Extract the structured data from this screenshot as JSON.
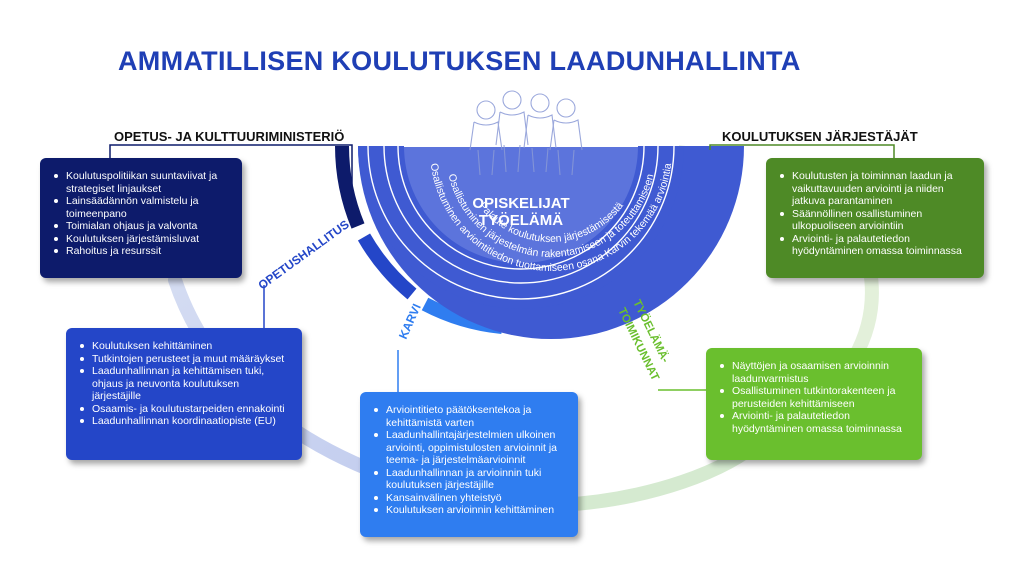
{
  "title": "AMMATILLISEN KOULUTUKSEN LAADUNHALLINTA",
  "center": {
    "line1": "OPISKELIJAT",
    "line2": "TYÖELÄMÄ"
  },
  "arcs": [
    "Palaute koulutuksen järjestämisestä",
    "Osallistuminen järjestelmän rakentamiseen ja toteuttamiseen",
    "Osallistuminen arviointitiedon tuottamiseen osana Karvin tekemää arviointia"
  ],
  "okm": {
    "label": "OPETUS- JA KULTTUURIMINISTERIÖ",
    "items": [
      "Koulutuspolitiikan suuntaviivat ja strategiset linjaukset",
      "Lainsäädännön valmistelu ja toimeenpano",
      "Toimialan ohjaus ja valvonta",
      "Koulutuksen järjestämisluvat",
      "Rahoitus ja resurssit"
    ]
  },
  "oph": {
    "label": "OPETUSHALLITUS",
    "items": [
      "Koulutuksen kehittäminen",
      "Tutkintojen perusteet ja muut määräykset",
      "Laadunhallinnan ja kehittämisen tuki, ohjaus ja neuvonta koulutuksen järjestäjille",
      "Osaamis- ja koulutustarpeiden ennakointi",
      "Laadunhallinnan koordinaatiopiste (EU)"
    ]
  },
  "karvi": {
    "label": "KARVI",
    "items": [
      "Arviointitieto päätöksentekoa ja kehittämistä varten",
      "Laadunhallintajärjestelmien ulkoinen arviointi, oppimistulosten arvioinnit ja teema- ja järjestelmäarvioinnit",
      "Laadunhallinnan ja arvioinnin tuki koulutuksen järjestäjille",
      "Kansainvälinen yhteistyö",
      "Koulutuksen arvioinnin kehittäminen"
    ]
  },
  "tt": {
    "label1": "TYÖELÄMÄ-",
    "label2": "TOIMIKUNNAT",
    "items": [
      "Näyttöjen ja osaamisen arvioinnin laadunvarmistus",
      "Osallistuminen tutkintorakenteen ja perusteiden kehittämiseen",
      "Arviointi- ja palautetiedon hyödyntäminen omassa toiminnassa"
    ]
  },
  "kj": {
    "label": "KOULUTUKSEN JÄRJESTÄJÄT",
    "items": [
      "Koulutusten ja toiminnan laadun ja vaikuttavuuden arviointi ja niiden jatkuva parantaminen",
      "Säännöllinen osallistuminen ulkopuoliseen arviointiin",
      "Arviointi- ja palautetiedon hyödyntäminen omassa toiminnassa"
    ]
  },
  "colors": {
    "title": "#1f3fb5",
    "okm": "#0d1b6b",
    "oph": "#2446c8",
    "karvi": "#2f7df0",
    "tt": "#6abf2e",
    "kj": "#4e8a26",
    "center": "#4a63d6"
  }
}
